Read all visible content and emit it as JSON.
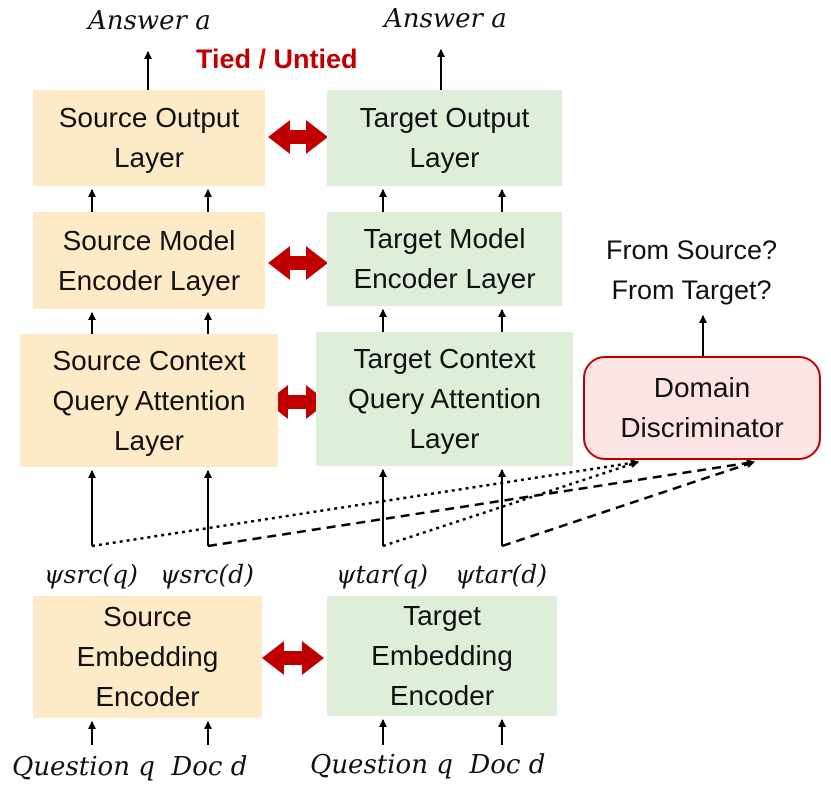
{
  "answer_left": "Answer a",
  "answer_right": "Answer a",
  "tied_label": "Tied / Untied",
  "source": {
    "output": "Source Output\nLayer",
    "model": "Source Model\nEncoder Layer",
    "context": "Source Context\nQuery Attention\nLayer",
    "embedding": "Source\nEmbedding\nEncoder"
  },
  "target": {
    "output": "Target Output\nLayer",
    "model": "Target Model\nEncoder Layer",
    "context": "Target Context\nQuery Attention\nLayer",
    "embedding": "Target\nEmbedding\nEncoder"
  },
  "discriminator": {
    "label": "Domain\nDiscriminator",
    "output": "From Source?\nFrom Target?"
  },
  "psi": {
    "src_q": "ψsrc(q)",
    "src_d": "ψsrc(d)",
    "tar_q": "ψtar(q)",
    "tar_d": "ψtar(d)"
  },
  "inputs": {
    "left": "Question q  Doc d",
    "right": "Question q  Doc d"
  },
  "colors": {
    "source_fill": "#fdebc8",
    "target_fill": "#dfeed9",
    "discriminator_fill": "#fde4e4",
    "accent_red": "#c00000"
  }
}
